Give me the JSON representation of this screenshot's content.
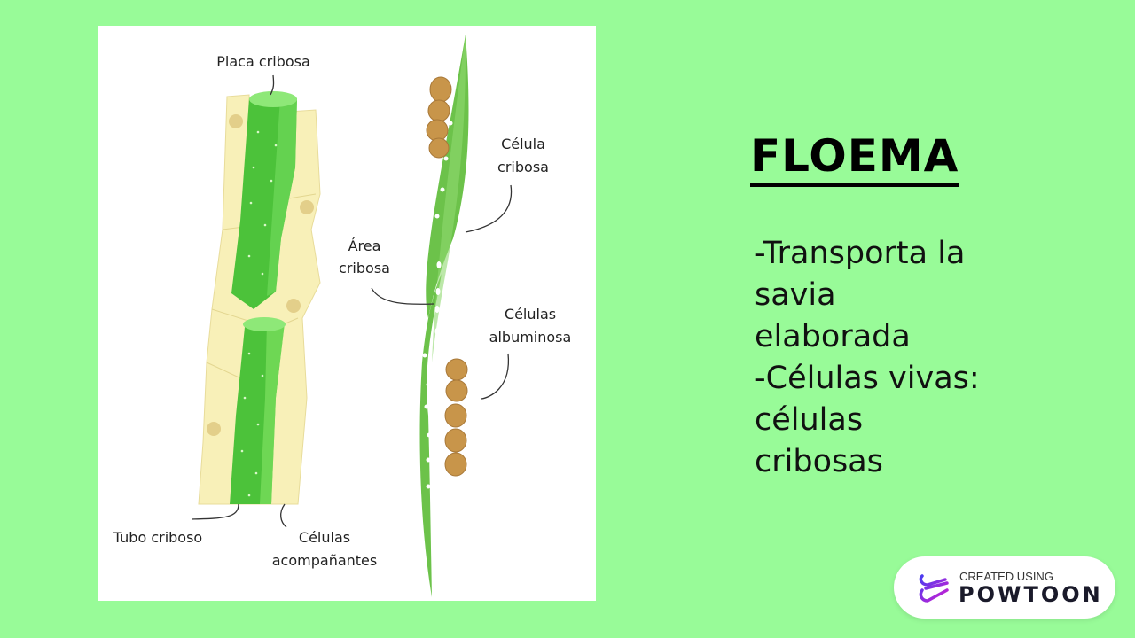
{
  "diagram": {
    "labels": {
      "placa_cribosa": "Placa cribosa",
      "tubo_criboso": "Tubo criboso",
      "celulas_acompanantes_1": "Células",
      "celulas_acompanantes_2": "acompañantes",
      "celula_cribosa_1": "Célula",
      "celula_cribosa_2": "cribosa",
      "area_cribosa_1": "Área",
      "area_cribosa_2": "cribosa",
      "celulas_albuminosa_1": "Células",
      "celulas_albuminosa_2": "albuminosa"
    }
  },
  "slide": {
    "title": "FLOEMA",
    "lines": [
      "-Transporta la",
      "savia",
      "elaborada",
      "-Células vivas:",
      "células",
      "cribosas"
    ]
  },
  "badge": {
    "line1": "CREATED USING",
    "line2": "POWTOON"
  },
  "colors": {
    "background": "#98fb98",
    "tube_green": "#4cc23a",
    "cell_yellow": "#f8f0b8",
    "albumin_brown": "#c8954a"
  }
}
